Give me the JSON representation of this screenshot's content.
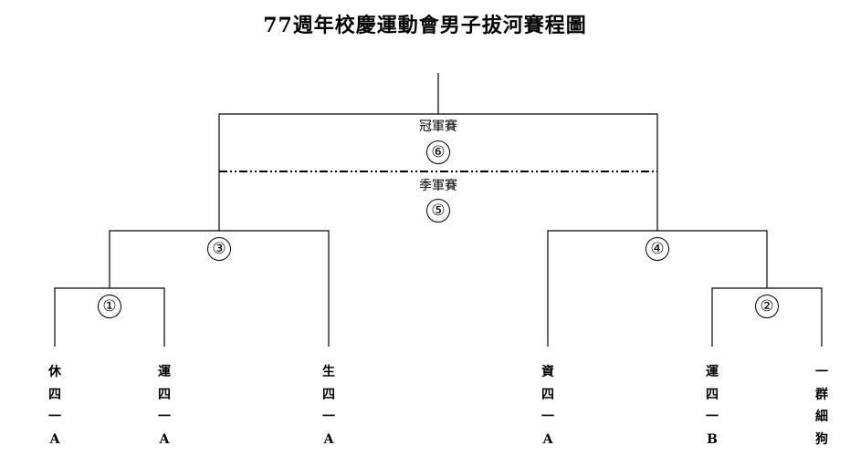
{
  "title": "77週年校慶運動會男子拔河賽程圖",
  "labels": {
    "final": "冠軍賽",
    "third_place": "季軍賽"
  },
  "matches": [
    {
      "id": "1",
      "symbol": "①"
    },
    {
      "id": "2",
      "symbol": "②"
    },
    {
      "id": "3",
      "symbol": "③"
    },
    {
      "id": "4",
      "symbol": "④"
    },
    {
      "id": "5",
      "symbol": "⑤"
    },
    {
      "id": "6",
      "symbol": "⑥"
    }
  ],
  "teams": [
    {
      "chars": [
        "休",
        "四",
        "一",
        "A"
      ]
    },
    {
      "chars": [
        "運",
        "四",
        "一",
        "A"
      ]
    },
    {
      "chars": [
        "生",
        "四",
        "一",
        "A"
      ]
    },
    {
      "chars": [
        "資",
        "四",
        "一",
        "A"
      ]
    },
    {
      "chars": [
        "運",
        "四",
        "一",
        "B"
      ]
    },
    {
      "chars": [
        "一",
        "群",
        "細",
        "狗"
      ]
    }
  ]
}
